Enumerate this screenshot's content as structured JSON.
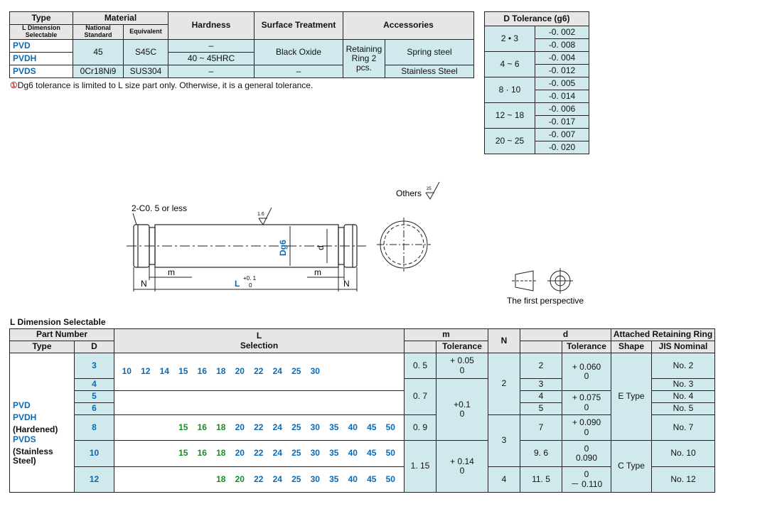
{
  "spec_table": {
    "headers": {
      "type": "Type",
      "material": "Material",
      "hardness": "Hardness",
      "surface": "Surface Treatment",
      "accessories": "Accessories",
      "l_dim": "L Dimension Selectable",
      "national": "National Standard",
      "equivalent": "Equivalent"
    },
    "rows": [
      {
        "type": "PVD",
        "material_std": "45",
        "material_eq": "S45C",
        "hardness": "–",
        "surface": "Black Oxide",
        "acc_count": "Retaining Ring 2 pcs.",
        "acc_mat": "Spring steel"
      },
      {
        "type": "PVDH",
        "hardness": "40 ~ 45HRC"
      },
      {
        "type": "PVDS",
        "material_std": "0Cr18Ni9",
        "material_eq": "SUS304",
        "hardness": "–",
        "surface": "–",
        "acc_mat": "Stainless Steel"
      }
    ],
    "note_mark": "①",
    "note": "Dg6 tolerance is limited to L size part only.  Otherwise,   it is a general tolerance."
  },
  "d_tolerance": {
    "title": "D Tolerance (g6)",
    "rows": [
      {
        "range": "2 • 3",
        "upper": "-0. 002",
        "lower": "-0. 008"
      },
      {
        "range": "4 ~ 6",
        "upper": "-0. 004",
        "lower": "-0. 012"
      },
      {
        "range": "8 · 10",
        "upper": "-0. 005",
        "lower": "-0. 014"
      },
      {
        "range": "12 ~ 18",
        "upper": "-0. 006",
        "lower": "-0. 017"
      },
      {
        "range": "20 ~ 25",
        "upper": "-0. 007",
        "lower": "-0. 020"
      }
    ]
  },
  "drawing": {
    "chamfer": "2-C0. 5 or less",
    "rough_16": "1.6",
    "others": "Others",
    "rough_25": "25",
    "dg6": "Dg6",
    "d": "d",
    "m": "m",
    "n": "N",
    "l": "L",
    "l_tol_upper": "+0. 1",
    "l_tol_lower": "0",
    "perspective": "The first perspective"
  },
  "l_dim": {
    "title": "L Dimension Selectable",
    "headers": {
      "part_number": "Part Number",
      "type": "Type",
      "d_col": "D",
      "l": "L",
      "selection": "Selection",
      "m": "m",
      "tolerance": "Tolerance",
      "n": "N",
      "d_small": "d",
      "ring": "Attached Retaining Ring",
      "shape": "Shape",
      "jis": "JIS Nominal"
    },
    "types": [
      "PVD",
      "PVDH",
      "(Hardened)",
      "PVDS",
      "(Stainless Steel)"
    ],
    "rows": [
      {
        "D": "3",
        "m": "0. 5",
        "m_tol_upper": "+ 0.05",
        "m_tol_lower": "0",
        "d": "2",
        "d_tol_upper": "+ 0.060",
        "d_tol_lower": "0",
        "jis": "No. 2"
      },
      {
        "D": "4",
        "d": "3",
        "jis": "No. 3"
      },
      {
        "D": "5",
        "m": "0. 7",
        "m_tol_upper": "+0.1",
        "m_tol_lower": "0",
        "d": "4",
        "d_tol_upper": "+ 0.075",
        "d_tol_lower": "0",
        "jis": "No. 4"
      },
      {
        "D": "6",
        "d": "5",
        "jis": "No. 5"
      },
      {
        "D": "8",
        "m": "0. 9",
        "d": "7",
        "d_tol_upper": "+ 0.090",
        "d_tol_lower": "0",
        "jis": "No. 7"
      },
      {
        "D": "10",
        "m": "1. 15",
        "m_tol_upper": "+ 0.14",
        "m_tol_lower": "0",
        "d": "9. 6",
        "d_tol_upper": "0",
        "d_tol_lower": "0.090",
        "jis": "No. 10"
      },
      {
        "D": "12",
        "d": "11. 5",
        "d_tol_upper": "0",
        "d_tol_lower": "－ 0.110",
        "jis": "No. 12"
      }
    ],
    "n_values": [
      "2",
      "3",
      "4"
    ],
    "shapes": [
      "E Type",
      "C Type"
    ],
    "selection": {
      "r1": [
        "10",
        "12",
        "14",
        "15",
        "16",
        "18",
        "20",
        "22",
        "24",
        "25",
        "30"
      ],
      "r2": [
        "15",
        "16",
        "18",
        "20",
        "22",
        "24",
        "25",
        "30",
        "35",
        "40",
        "45",
        "50"
      ],
      "r3": [
        "15",
        "16",
        "18",
        "20",
        "22",
        "24",
        "25",
        "30",
        "35",
        "40",
        "45",
        "50"
      ],
      "r4": [
        "18",
        "20",
        "22",
        "24",
        "25",
        "30",
        "35",
        "40",
        "45",
        "50"
      ]
    },
    "colors": {
      "blue": "#0a6ab4",
      "green": "#1a8a2a",
      "cyan": "#cfe9ec"
    }
  }
}
